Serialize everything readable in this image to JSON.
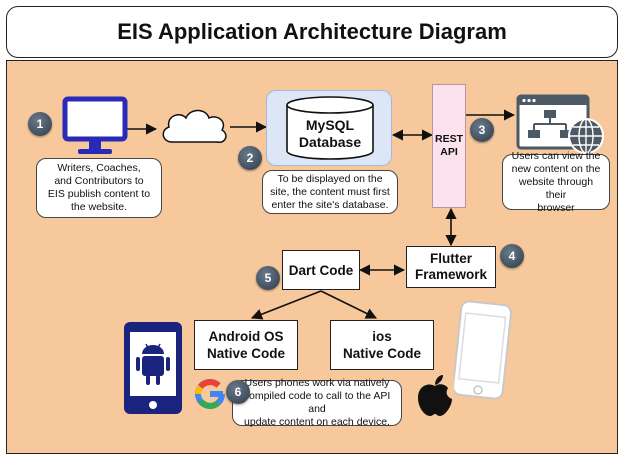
{
  "title": "EIS Application Architecture Diagram",
  "badges": [
    "1",
    "2",
    "3",
    "4",
    "5",
    "6"
  ],
  "nodes": {
    "database": "MySQL\nDatabase",
    "rest_api": "REST\nAPI",
    "flutter": "Flutter\nFramework",
    "dart": "Dart Code",
    "android": "Android OS\nNative Code",
    "ios": "ios\nNative Code"
  },
  "notes": {
    "writers": "Writers, Coaches,\nand Contributors to\nEIS publish content to\nthe website.",
    "database": "To be displayed on the\nsite, the content must first\nenter the site's database.",
    "users_web": "Users can view the\nnew content on the\nwebsite through their\nbrowser",
    "users_phone": "Users phones work via natively\ncompiled code to call to the API and\nupdate content on each device."
  },
  "colors": {
    "panel": "#f7c89b",
    "database_bg": "#dde6f7",
    "rest_api_bg": "#fbe2ec",
    "monitor": "#2a2ab8",
    "android": "#1a237e",
    "badge": "#3a4a5a"
  },
  "icons": [
    "monitor-icon",
    "cloud-icon",
    "database-icon",
    "website-icon",
    "android-phone-icon",
    "google-icon",
    "apple-icon",
    "iphone-icon"
  ]
}
